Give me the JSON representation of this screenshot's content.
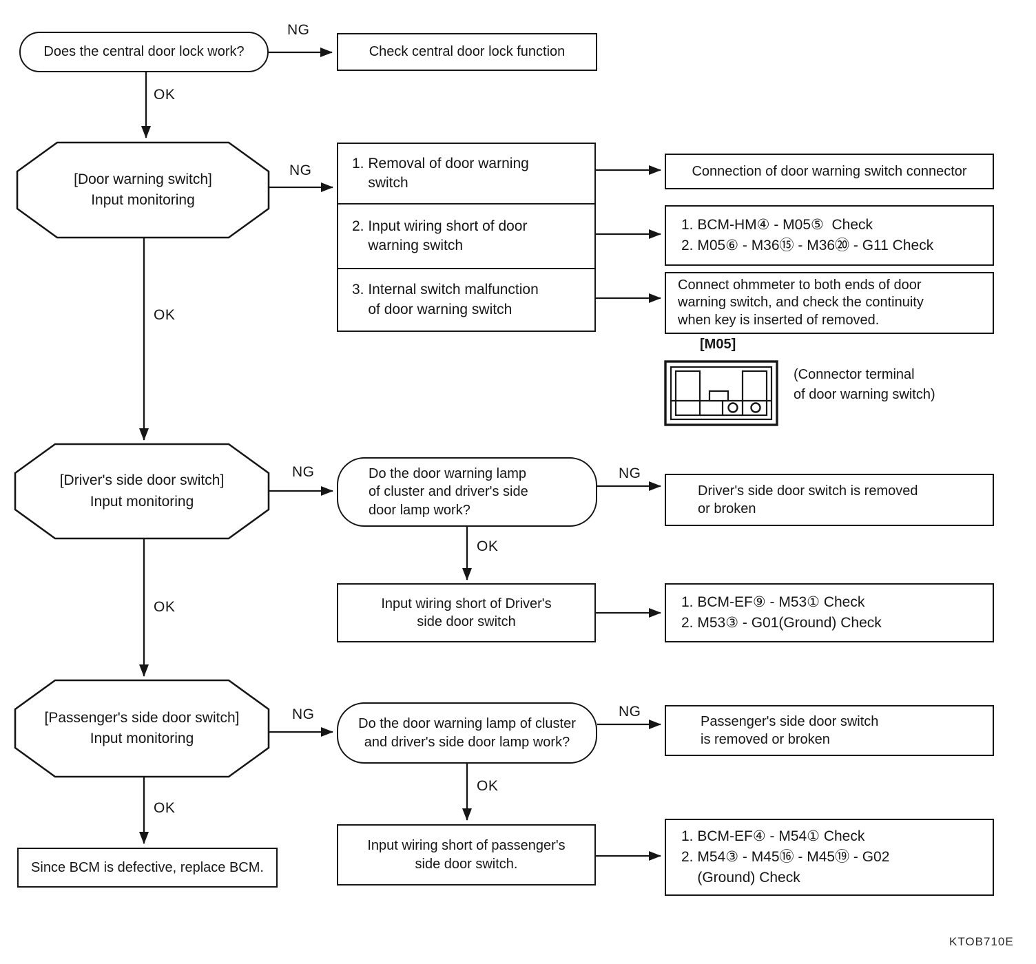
{
  "labels": {
    "ng": "NG",
    "ok": "OK"
  },
  "nodes": {
    "start": "Does the central door lock work?",
    "check_central": "Check central door lock function",
    "oct_door_warning": "[Door warning switch]\nInput monitoring",
    "causes": [
      "1. Removal of door warning\n    switch",
      "2. Input wiring short of door\n    warning switch",
      "3. Internal switch malfunction\n    of door warning switch"
    ],
    "result_connector": "Connection of door warning switch connector",
    "result_bcm_hm": "1. BCM-HM④ - M05⑤  Check\n2. M05⑥ - M36⑮ - M36⑳ - G11 Check",
    "result_ohmmeter": "Connect ohmmeter to both ends of door\nwarning switch, and check the continuity\nwhen key is inserted of removed.",
    "oct_driver": "[Driver's side door switch]\nInput monitoring",
    "q_driver_lamp": "Do the door warning lamp\nof cluster and driver's side\ndoor lamp work?",
    "result_driver_switch": "Driver's side door switch is removed\nor broken",
    "wiring_driver": "Input wiring short of Driver's\nside door switch",
    "result_bcm_ef_driver": "1. BCM-EF⑨ - M53① Check\n2. M53③ - G01(Ground) Check",
    "oct_passenger": "[Passenger's side door switch]\nInput monitoring",
    "q_passenger_lamp": "Do the door warning lamp of cluster\nand driver's side door lamp work?",
    "result_passenger_switch": "Passenger's side door switch\nis removed or broken",
    "replace_bcm": "Since BCM is defective, replace BCM.",
    "wiring_passenger": "Input wiring short of passenger's\nside door switch.",
    "result_bcm_ef_passenger": "1. BCM-EF④ - M54① Check\n2. M54③ - M45⑯ - M45⑲ - G02\n    (Ground) Check"
  },
  "connector": {
    "title": "[M05]",
    "caption": "(Connector terminal\nof door warning switch)"
  },
  "footer": {
    "code": "KTOB710E"
  }
}
